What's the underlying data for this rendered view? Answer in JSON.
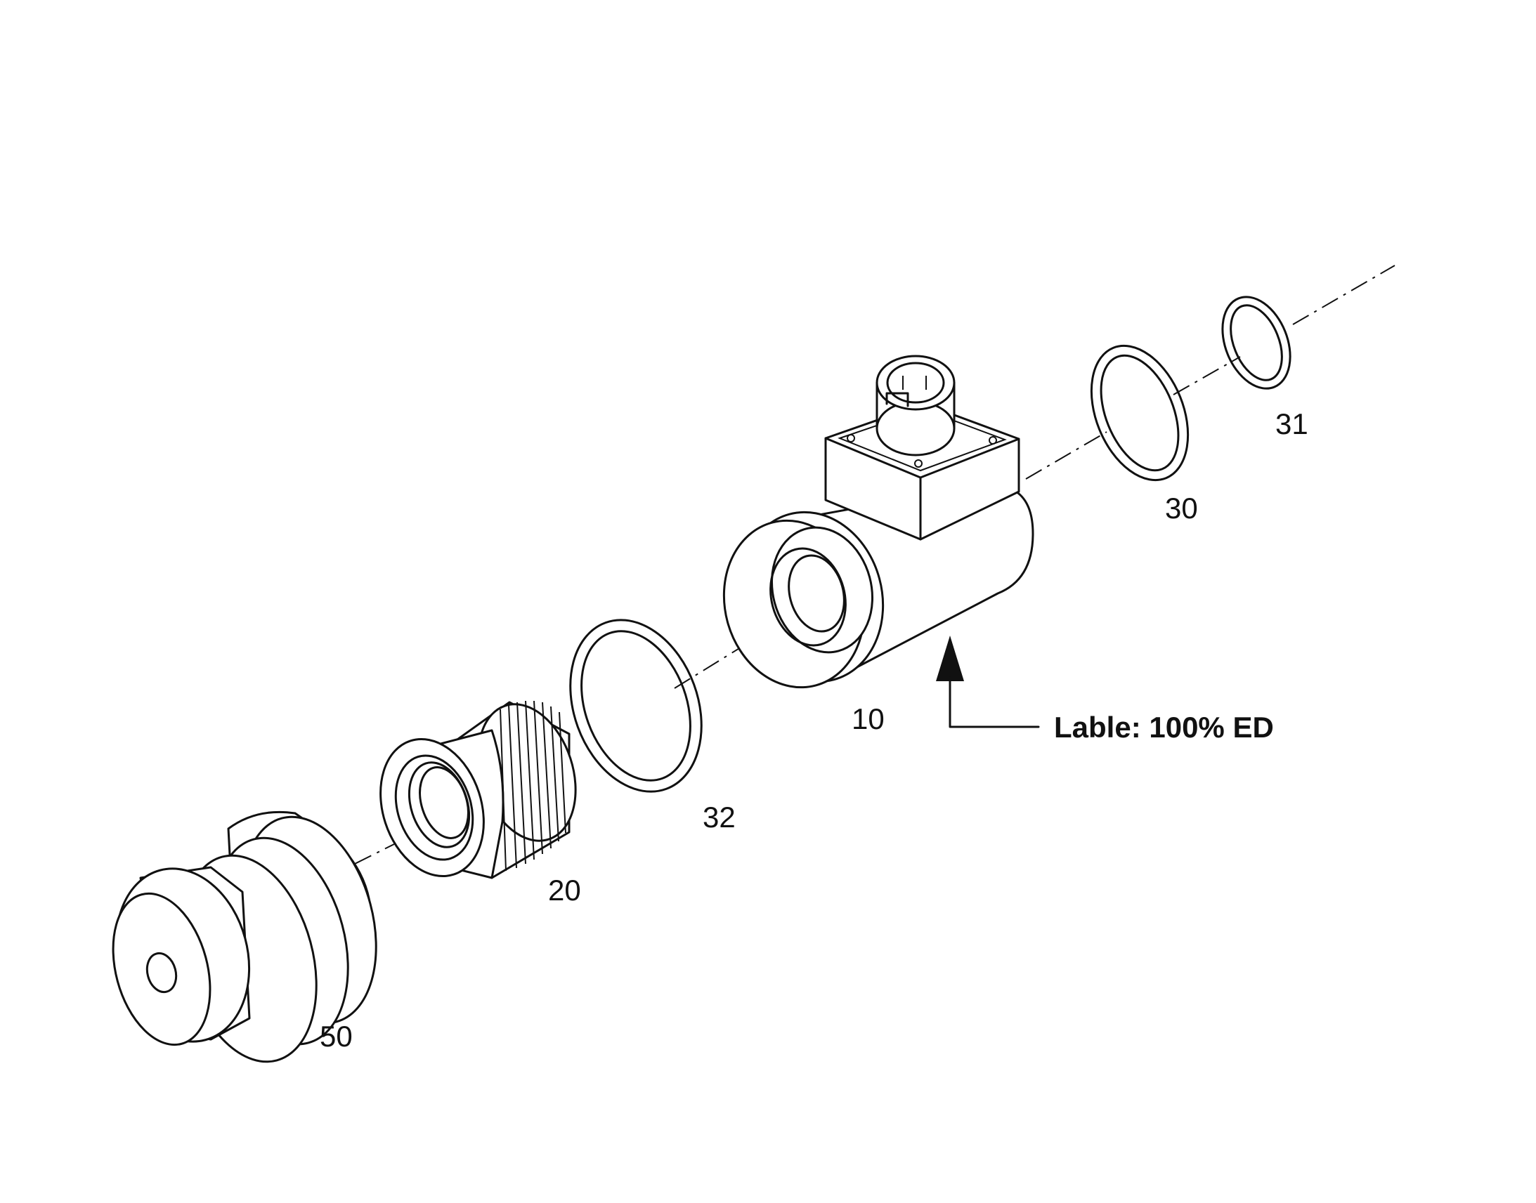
{
  "callout": {
    "text": "Lable: 100% ED",
    "target_part": "10"
  },
  "parts": [
    {
      "number": "50",
      "name": "cap"
    },
    {
      "number": "20",
      "name": "knurled-nut"
    },
    {
      "number": "32",
      "name": "o-ring"
    },
    {
      "number": "10",
      "name": "solenoid-coil"
    },
    {
      "number": "30",
      "name": "o-ring"
    },
    {
      "number": "31",
      "name": "o-ring"
    }
  ]
}
